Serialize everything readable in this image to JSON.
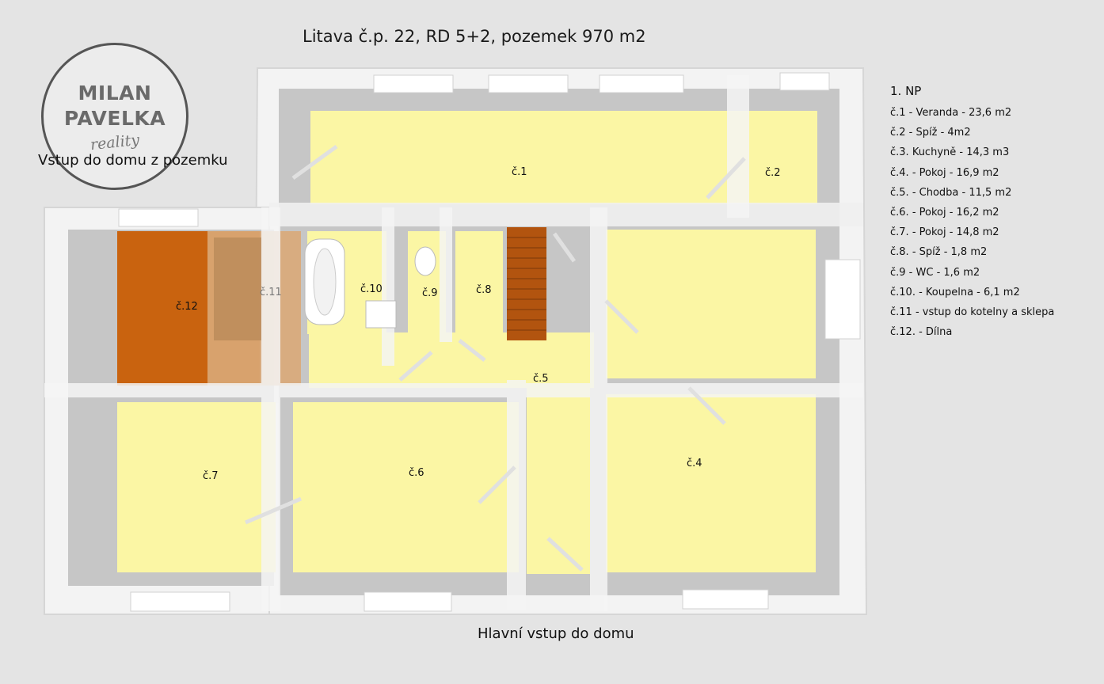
{
  "title": "Litava č.p. 22, RD 5+2, pozemek 970 m2",
  "logo": {
    "line1": "MILAN",
    "line2": "PAVELKA",
    "tagline": "reality"
  },
  "entrances": {
    "side": "Vstup do domu z pozemku",
    "main": "Hlavní vstup do domu"
  },
  "legend": {
    "title": "1. NP",
    "items": [
      "č.1 - Veranda - 23,6 m2",
      "č.2 - Spíž - 4m2",
      "č.3. Kuchyně - 14,3 m3",
      "č.4. - Pokoj - 16,9 m2",
      "č.5. - Chodba - 11,5 m2",
      "č.6. - Pokoj - 16,2 m2",
      "č.7. - Pokoj - 14,8 m2",
      "č.8. - Spíž - 1,8 m2",
      "č.9 - WC - 1,6 m2",
      "č.10. - Koupelna - 6,1 m2",
      "č.11 - vstup do kotelny a sklepa",
      "č.12. - Dílna"
    ]
  },
  "rooms": {
    "r1": "č.1",
    "r2": "č.2",
    "r4": "č.4",
    "r5": "č.5",
    "r6": "č.6",
    "r7": "č.7",
    "r8": "č.8",
    "r9": "č.9",
    "r10": "č.10",
    "r11": "č.11",
    "r12": "č.12"
  },
  "colors": {
    "room_fill": "#fbf6a4",
    "workshop_fill": "#c9630f",
    "boiler_entry_fill": "#d9a878",
    "wall": "#f4f4f4",
    "wall_shadow": "#c9c9c9",
    "stairs": "#b2540f"
  }
}
